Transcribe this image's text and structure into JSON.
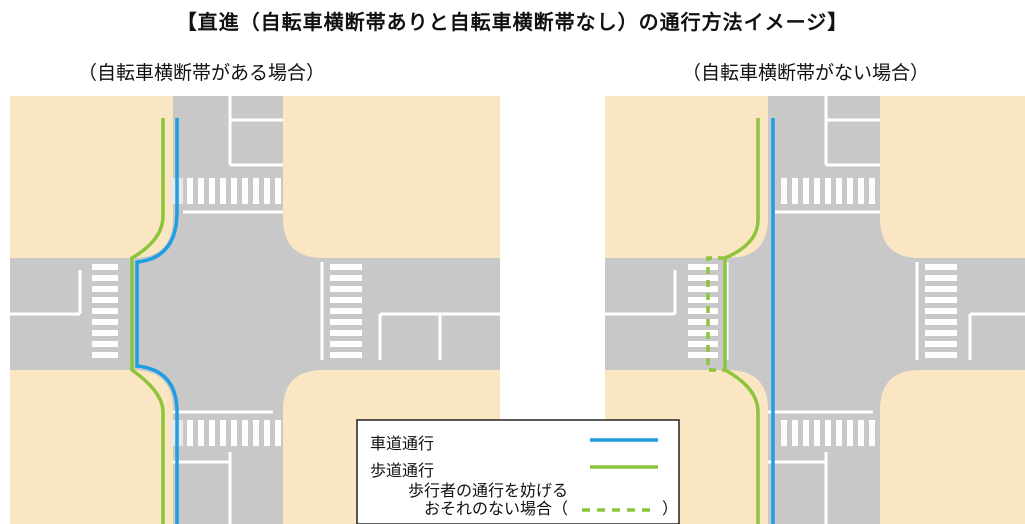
{
  "title": "【直進（自転車横断帯ありと自転車横断帯なし）の通行方法イメージ】",
  "subtitles": {
    "left": "（自転車横断帯がある場合）",
    "right": "（自転車横断帯がない場合）"
  },
  "legend": {
    "roadway": "車道通行",
    "sidewalk": "歩道通行",
    "note_line1": "歩行者の通行を妨げる",
    "note_line2": "おそれのない場合（",
    "note_close": "）"
  },
  "colors": {
    "road": "#c8c8c8",
    "sidewalk": "#fbe6c4",
    "roadway_route": "#1f9ee0",
    "sidewalk_route": "#8cc43a",
    "marking": "#ffffff"
  }
}
